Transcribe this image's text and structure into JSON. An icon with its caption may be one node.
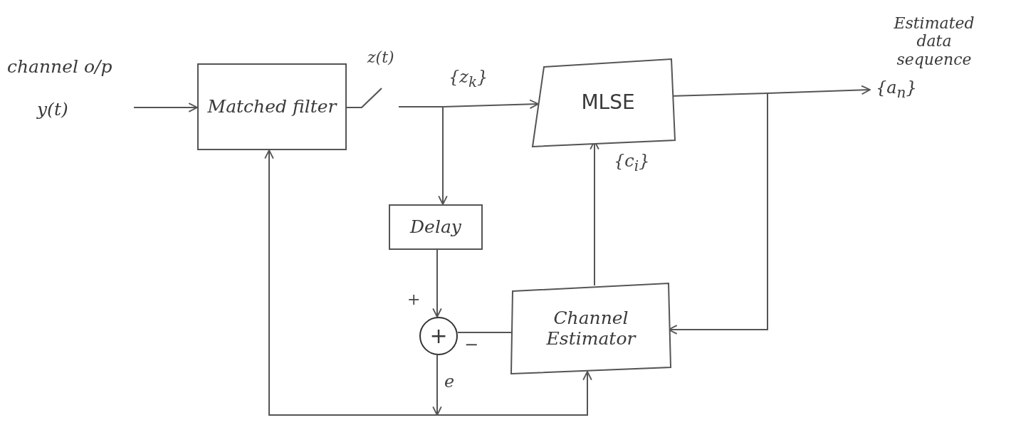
{
  "diagram": {
    "nodes": [
      {
        "text": [
          "channel o/p",
          "y(t)"
        ]
      },
      {
        "text": [
          "Matched filter"
        ]
      },
      {
        "text": [],
        "shape": "switch",
        "beside": [
          "z(t)"
        ]
      },
      {
        "text": [
          "MLSE"
        ]
      },
      {
        "text": [
          "Estimated data sequence",
          "{a$_{n}$}"
        ]
      },
      {
        "text": [
          "Delay"
        ]
      },
      {
        "text": [
          "+"
        ]
      },
      {
        "text": [
          "Channel Estimator"
        ]
      }
    ],
    "edges": [
      {
        "from": 0,
        "to": 1,
        "arrow": "to"
      },
      {
        "from": 1,
        "to": 2,
        "arrow": "none"
      },
      {
        "from": 2,
        "to": 3,
        "arrow": "to",
        "label": "{z$_{k}$}"
      },
      {
        "from": 2,
        "to": 5,
        "arrow": "to"
      },
      {
        "from": 3,
        "to": 4,
        "arrow": "to"
      },
      {
        "from": 3,
        "to": 7,
        "arrow": "to"
      },
      {
        "from": 5,
        "to": 6,
        "arrow": "to"
      },
      {
        "from": 7,
        "to": 6,
        "arrow": "none"
      },
      {
        "from": 6,
        "to": 1,
        "arrow": "to"
      },
      {
        "from": 6,
        "to": 7,
        "arrow": "to"
      },
      {
        "from": 7,
        "to": 3,
        "arrow": "to",
        "label": "{c$_{i}$}"
      }
    ],
    "labels": [
      "+",
      "−",
      "e"
    ]
  }
}
